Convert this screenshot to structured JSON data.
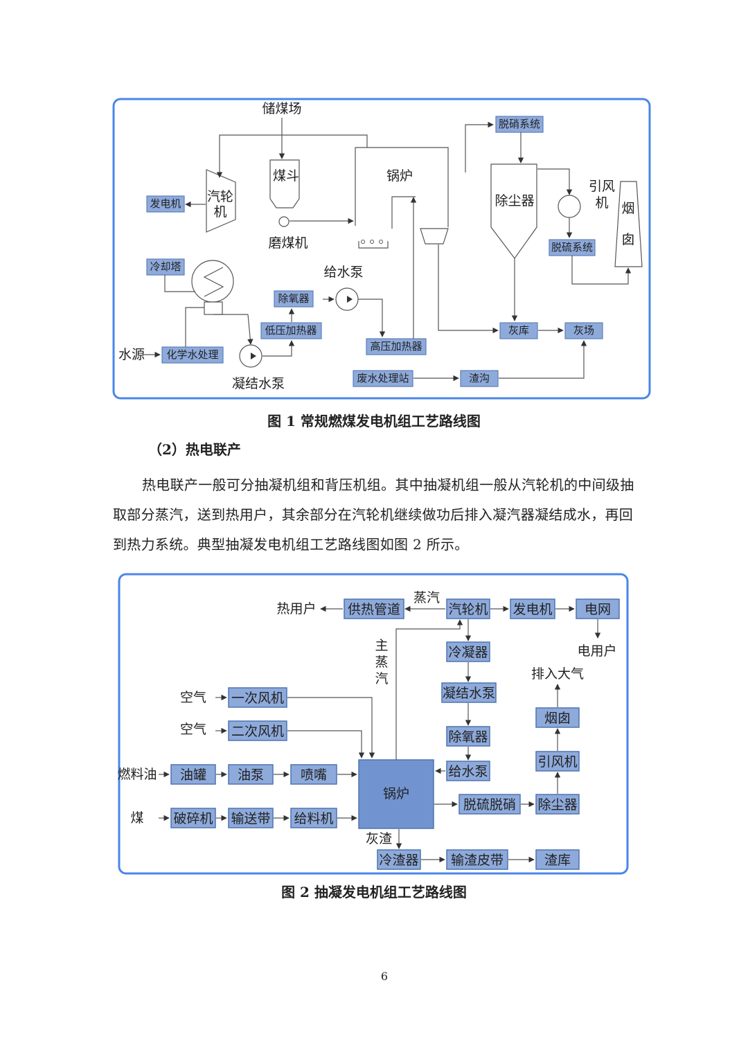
{
  "fig1": {
    "caption": "图 1  常规燃煤发电机组工艺路线图",
    "labels": {
      "coal_yard": "储煤场",
      "coal_hopper": "煤斗",
      "boiler": "锅炉",
      "denitration": "脱硝系统",
      "dust_collector": "除尘器",
      "id_fan": "引风机",
      "chimney": "烟囱",
      "turbine": "汽轮机",
      "generator": "发电机",
      "mill": "磨煤机",
      "desulfurization": "脱硫系统",
      "cooling_tower": "冷却塔",
      "deaerator": "除氧器",
      "feed_pump": "给水泵",
      "lp_heater": "低压加热器",
      "hp_heater": "高压加热器",
      "ash_silo": "灰库",
      "ash_yard": "灰场",
      "water_source": "水源",
      "chem_water": "化学水处理",
      "condensate_pump": "凝结水泵",
      "wastewater": "废水处理站",
      "slag_ditch": "渣沟"
    }
  },
  "section": {
    "heading": "（2）热电联产",
    "paragraph": "热电联产一般可分抽凝机组和背压机组。其中抽凝机组一般从汽轮机的中间级抽取部分蒸汽，送到热用户，其余部分在汽轮机继续做功后排入凝汽器凝结成水，再回到热力系统。典型抽凝发电机组工艺路线图如图 2 所示。"
  },
  "fig2": {
    "caption": "图 2 抽凝发电机组工艺路线图",
    "labels": {
      "heat_user": "热用户",
      "heating_pipe": "供热管道",
      "steam": "蒸汽",
      "turbine": "汽轮机",
      "generator": "发电机",
      "grid": "电网",
      "power_user": "电用户",
      "main_steam": "主蒸汽",
      "condenser": "冷凝器",
      "condensate_pump": "凝结水泵",
      "exhaust": "排入大气",
      "chimney": "烟囱",
      "air1": "空气",
      "primary_fan": "一次风机",
      "air2": "空气",
      "secondary_fan": "二次风机",
      "deaerator": "除氧器",
      "id_fan": "引风机",
      "fuel_oil": "燃料油",
      "oil_tank": "油罐",
      "oil_pump": "油泵",
      "nozzle": "喷嘴",
      "boiler": "锅炉",
      "feed_pump": "给水泵",
      "desulf_denitr": "脱硫脱硝",
      "dust_collector": "除尘器",
      "coal": "煤",
      "crusher": "破碎机",
      "conveyor": "输送带",
      "feeder": "给料机",
      "ash_slag": "灰渣",
      "slag_cooler": "冷渣器",
      "slag_belt": "输渣皮带",
      "slag_silo": "渣库"
    }
  },
  "page_number": "6",
  "colors": {
    "frame": "#4a86e8",
    "box_fill": "#8eaadb",
    "box_stroke": "#5b7fb8",
    "box_fill2": "#7194d0"
  }
}
